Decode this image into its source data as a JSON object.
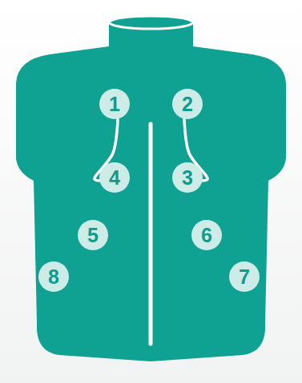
{
  "diagram": {
    "nodes": [
      {
        "text": [
          "1"
        ]
      },
      {
        "text": [
          "2"
        ]
      },
      {
        "text": [
          "4"
        ]
      },
      {
        "text": [
          "3"
        ]
      },
      {
        "text": [
          "5"
        ]
      },
      {
        "text": [
          "6"
        ]
      },
      {
        "text": [
          "8"
        ]
      },
      {
        "text": [
          "7"
        ]
      }
    ],
    "edges": [
      {
        "from": 0,
        "to": 2,
        "arrow": "none"
      },
      {
        "from": 1,
        "to": 3,
        "arrow": "none"
      }
    ]
  }
}
